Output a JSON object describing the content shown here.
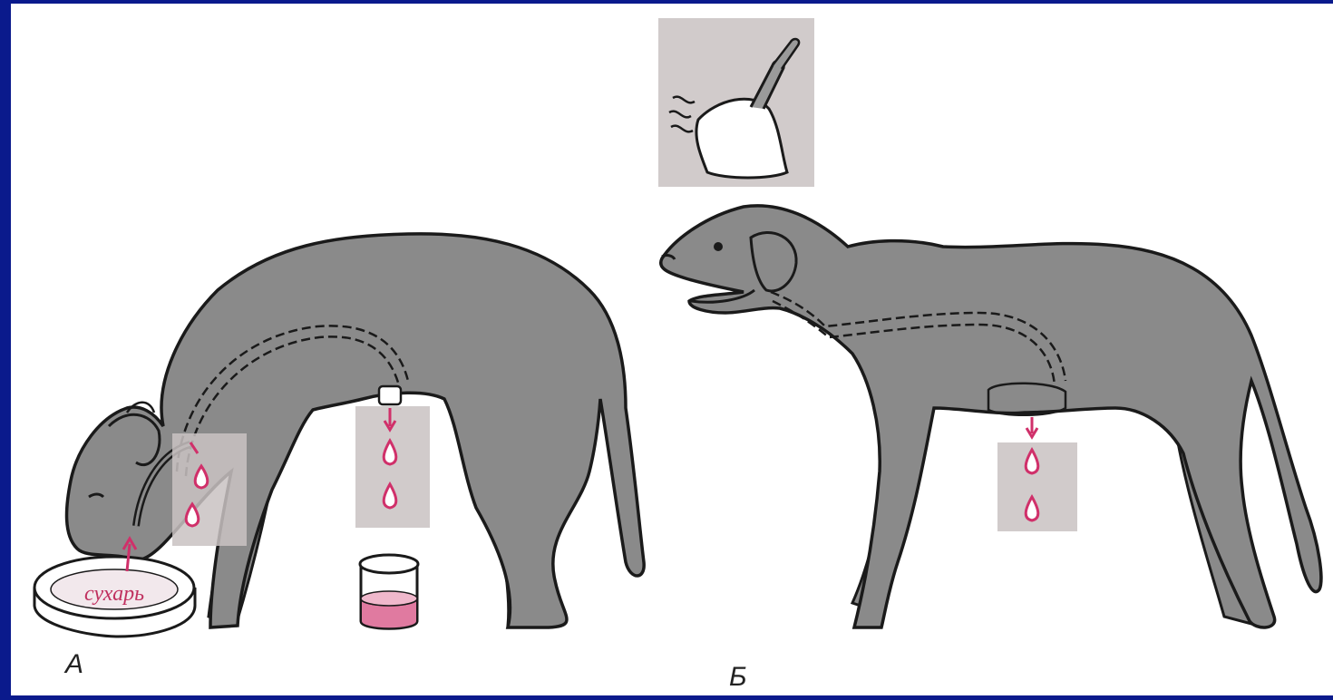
{
  "figure": {
    "panel_a": {
      "label": "А",
      "bowl_text": "сухарь"
    },
    "panel_b": {
      "label": "Б"
    }
  },
  "colors": {
    "frame": "#0a1a8c",
    "background": "#ffffff",
    "dog_fill": "#8a8a8a",
    "outline": "#1a1a1a",
    "saliva": "#d0306a",
    "liquid": "#e07aa0",
    "tint_box": "#c9c2c2"
  },
  "icons": {
    "bell": "bell-icon",
    "drop": "saliva-drop-icon",
    "beaker": "beaker-icon",
    "bowl": "food-bowl-icon"
  }
}
